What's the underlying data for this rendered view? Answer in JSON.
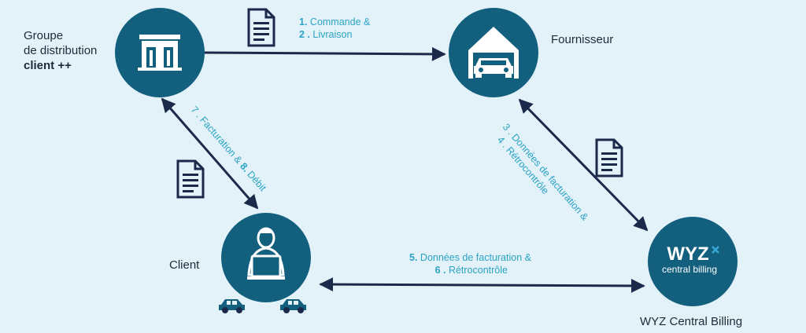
{
  "colors": {
    "background": "#e3f2f9",
    "node_fill": "#135f7e",
    "arrow": "#1b2a4a",
    "label_text": "#2aa3c4",
    "node_text": "#1c2b3a",
    "doc_icon": "#1b2a4a"
  },
  "nodes": {
    "groupe": {
      "line1": "Groupe",
      "line2": "de distribution",
      "line3": "client  ++",
      "icon": "storefront-icon"
    },
    "fournisseur": {
      "label": "Fournisseur",
      "icon": "garage-car-icon"
    },
    "client": {
      "label": "Client",
      "icon": "person-laptop-icon"
    },
    "wyz": {
      "label": "WYZ Central Billing",
      "logo_word": "WYZ",
      "logo_sub": "central billing",
      "icon": "wyz-logo"
    }
  },
  "edges": {
    "top": {
      "n1": "1.",
      "t1": " Commande &",
      "n2": "2 .",
      "t2": " Livraison"
    },
    "left": {
      "n1": "7 .",
      "t1": " Facturation & ",
      "n2": "8.",
      "t2": " Débit"
    },
    "right": {
      "line1": "3 . Données de facturation &",
      "line2": "4 . Rétrocontrôle"
    },
    "bottom": {
      "n1": "5.",
      "t1": " Données de facturation &",
      "n2": "6 .",
      "t2": " Rétrocontrôle"
    }
  }
}
